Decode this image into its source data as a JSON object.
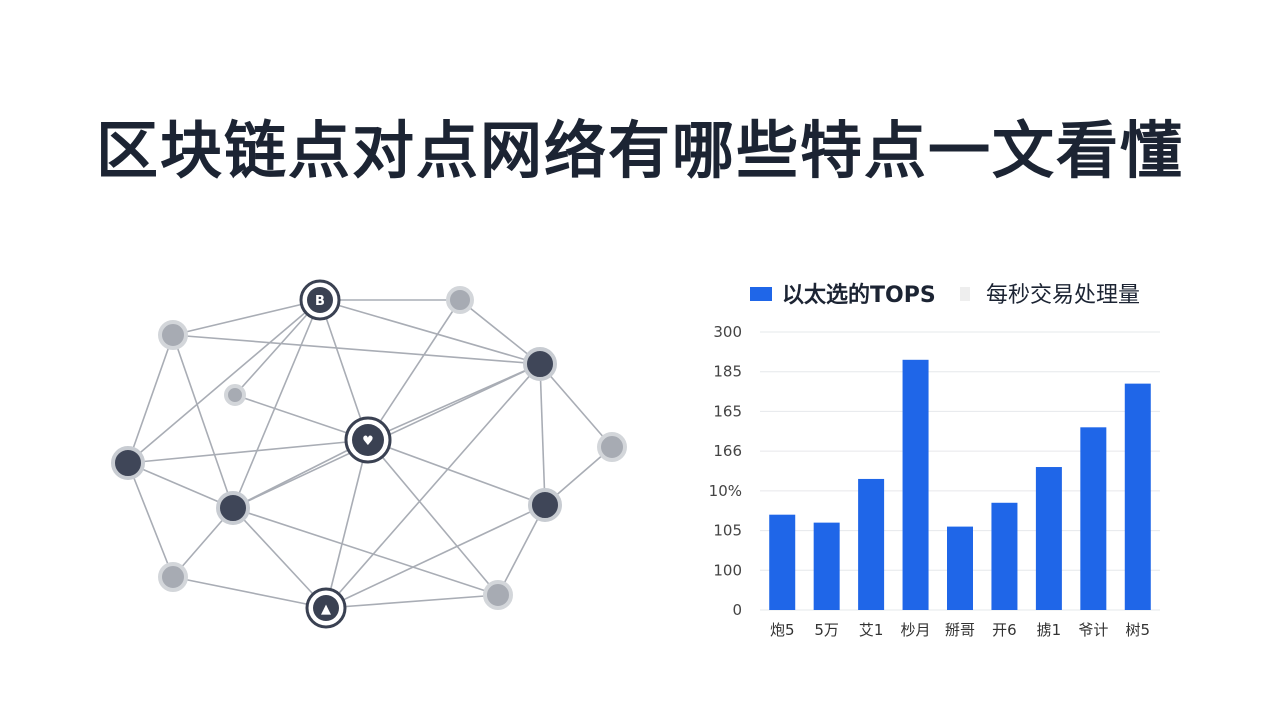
{
  "title": "区块链点对点网络有哪些特点一文看懂",
  "network": {
    "center_icon": "shield-icon",
    "top_icon": "bitcoin-icon",
    "bottom_icon": "lock-icon"
  },
  "chart_data": {
    "type": "bar",
    "legend": [
      {
        "label": "以太选的TOPS",
        "color": "#1f66e8"
      },
      {
        "label": "每秒交易处理量",
        "color": "#eeeeee"
      }
    ],
    "y_ticks": [
      "0",
      "100",
      "105",
      "10%",
      "166",
      "165",
      "185",
      "300"
    ],
    "categories": [
      "炮5",
      "5万",
      "艾1",
      "杪月",
      "掰哥",
      "开6",
      "掳1",
      "爷计",
      "树5"
    ],
    "values": [
      2.4,
      2.2,
      3.3,
      6.3,
      2.1,
      2.7,
      3.6,
      4.6,
      5.7
    ],
    "ylim": [
      0,
      7
    ],
    "bar_color": "#1f66e8",
    "grid": true
  }
}
